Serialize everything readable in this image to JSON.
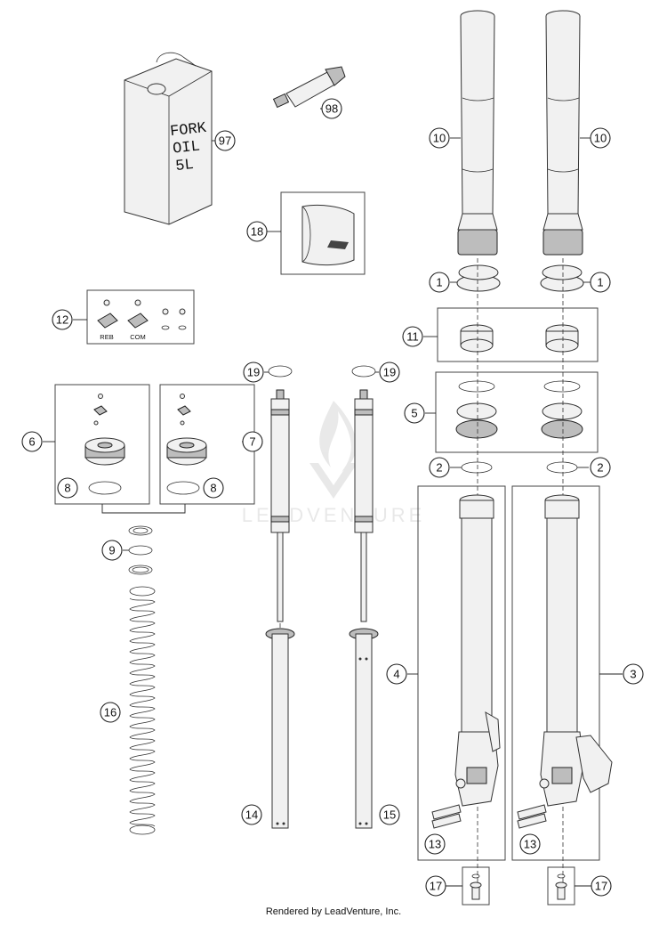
{
  "oil_can": {
    "line1": "FORK",
    "line2": "OIL",
    "line3": "5L"
  },
  "adjuster_labels": {
    "reb": "REB",
    "com": "COM"
  },
  "watermark": "LEADVENTURE",
  "footer": "Rendered by LeadVenture, Inc.",
  "callouts": {
    "c97": "97",
    "c98": "98",
    "c10a": "10",
    "c10b": "10",
    "c18": "18",
    "c1a": "1",
    "c1b": "1",
    "c12": "12",
    "c11": "11",
    "c19a": "19",
    "c19b": "19",
    "c5": "5",
    "c6": "6",
    "c7": "7",
    "c8a": "8",
    "c8b": "8",
    "c2a": "2",
    "c2b": "2",
    "c9": "9",
    "c4": "4",
    "c3": "3",
    "c16": "16",
    "c14": "14",
    "c15": "15",
    "c13a": "13",
    "c13b": "13",
    "c17a": "17",
    "c17b": "17"
  }
}
